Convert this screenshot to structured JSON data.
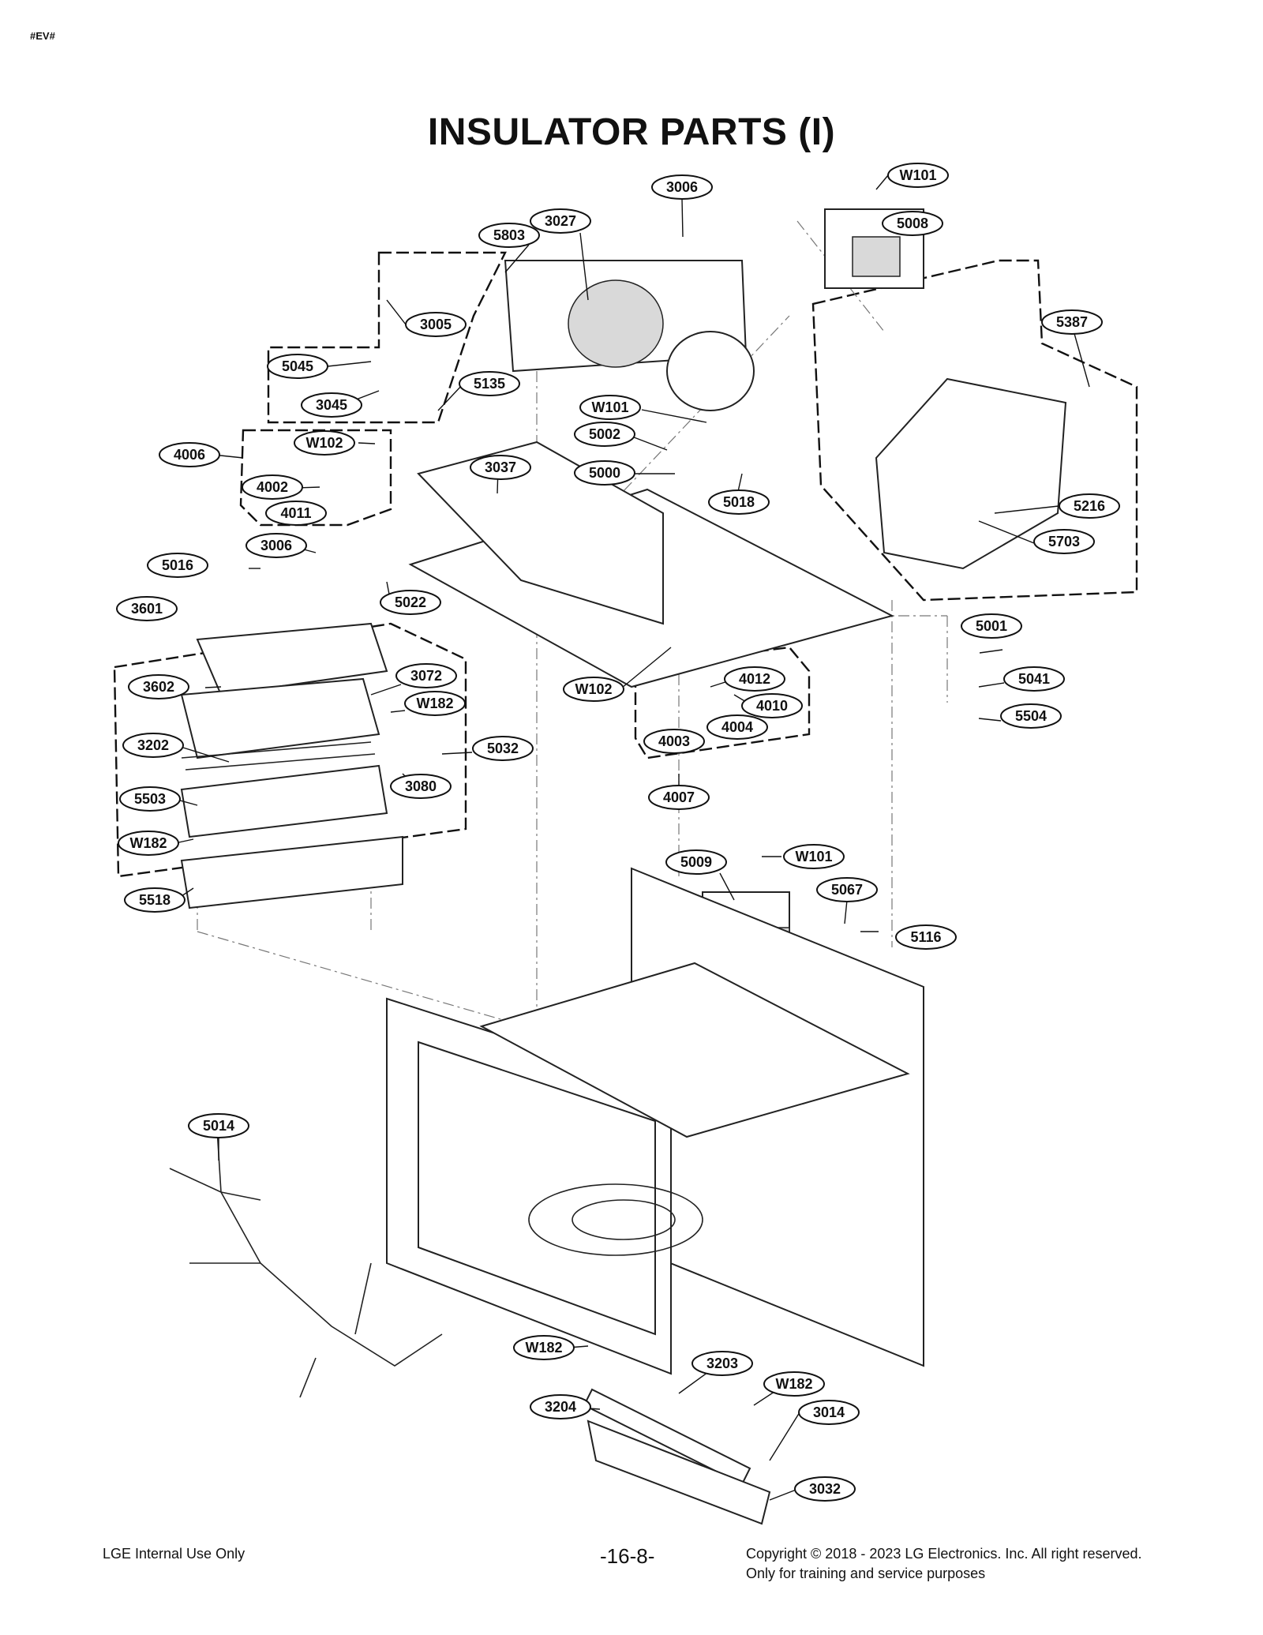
{
  "page_tag": "#EV#",
  "title": "INSULATOR PARTS (I)",
  "footer": {
    "left": "LGE Internal Use Only",
    "page": "-16-8-",
    "copyright_line1": "Copyright © 2018 - 2023 LG Electronics. Inc. All right reserved.",
    "copyright_line2": "Only for training and service purposes"
  },
  "callouts": [
    "W101",
    "3006",
    "5008",
    "3027",
    "5803",
    "5387",
    "3005",
    "5045",
    "5135",
    "3045",
    "W101",
    "5002",
    "4006",
    "W102",
    "3037",
    "5000",
    "4002",
    "4011",
    "5018",
    "5216",
    "5703",
    "3006",
    "5016",
    "5022",
    "3601",
    "5001",
    "5041",
    "5504",
    "3602",
    "3072",
    "W182",
    "W102",
    "4012",
    "4010",
    "4004",
    "4003",
    "3202",
    "5032",
    "3080",
    "5503",
    "4007",
    "W182",
    "5009",
    "W101",
    "5067",
    "5116",
    "5518",
    "5014",
    "W182",
    "3203",
    "W182",
    "3204",
    "3014",
    "3032"
  ]
}
